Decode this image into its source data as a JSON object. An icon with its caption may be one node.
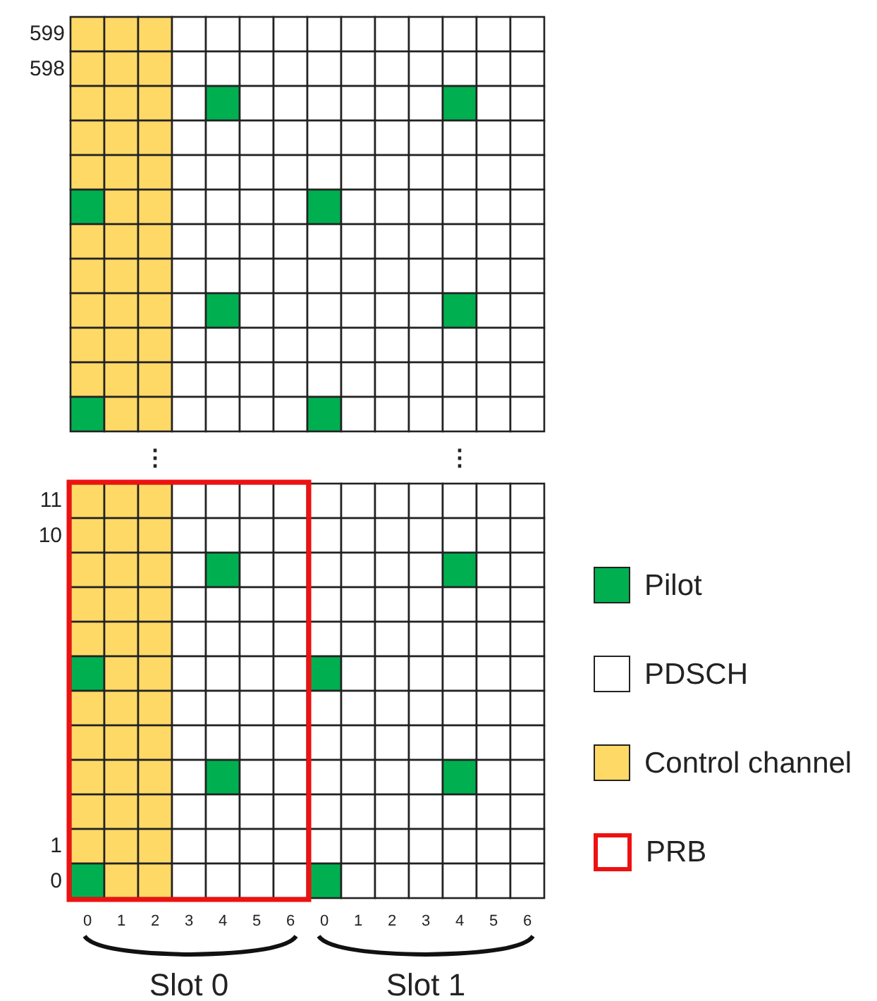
{
  "diagram": {
    "nodes": [
      {
        "text": [],
        "shape": "box"
      }
    ],
    "labels": [
      "599",
      "598",
      "⋮",
      "⋮",
      "11",
      "10",
      "1",
      "0",
      "0",
      "1",
      "2",
      "3",
      "4",
      "5",
      "6",
      "0",
      "1",
      "2",
      "3",
      "4",
      "5",
      "6",
      "Slot 0",
      "Slot 1"
    ],
    "legend": [
      {
        "text": "Pilot",
        "color": "#00b050"
      },
      {
        "text": "PDSCH",
        "color": "#ffffff"
      },
      {
        "text": "Control channel",
        "color": "#ffd966"
      },
      {
        "text": "PRB"
      }
    ]
  }
}
